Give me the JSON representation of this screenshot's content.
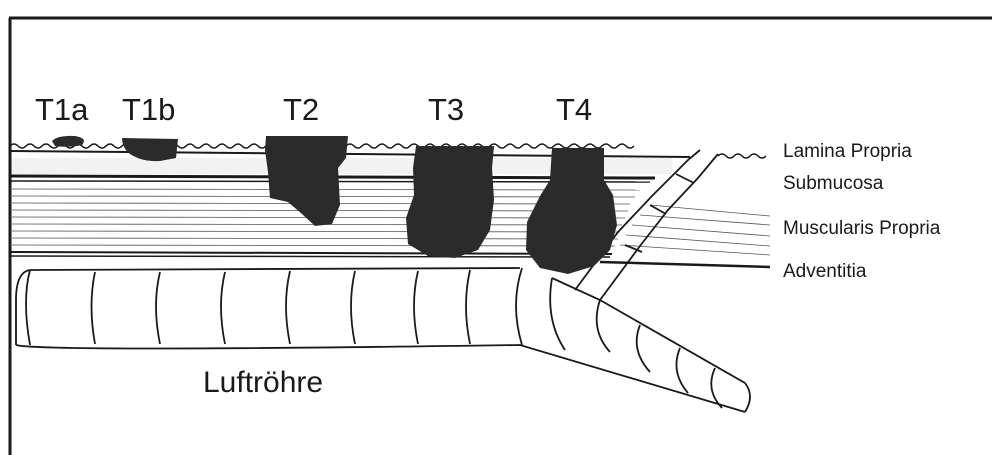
{
  "tumor_stages": [
    "T1a",
    "T1b",
    "T2",
    "T3",
    "T4"
  ],
  "wall_layers": [
    "Lamina Propria",
    "Submucosa",
    "Muscularis Propria",
    "Adventitia"
  ],
  "organ_label": "Luftröhre",
  "colors": {
    "tumor": "#2b2b2b",
    "line": "#1a1a1a",
    "background": "#ffffff"
  }
}
